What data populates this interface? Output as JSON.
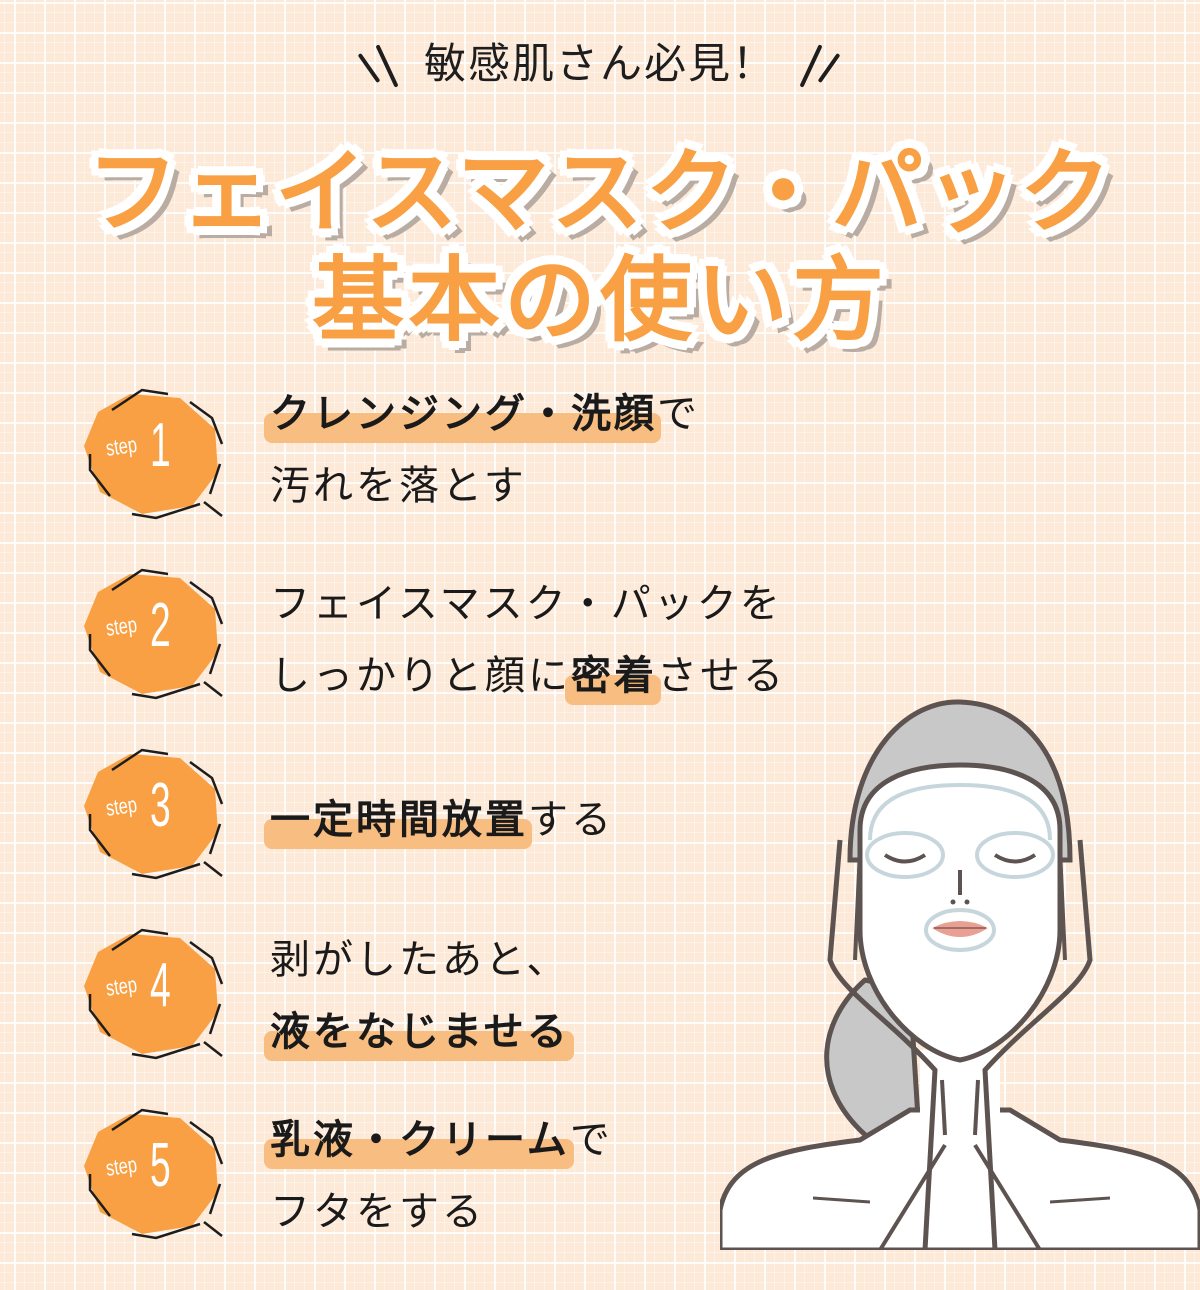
{
  "header": {
    "kicker": "敏感肌さん必見！",
    "title_line1": "フェイスマスク・パック",
    "title_line2": "基本の使い方"
  },
  "colors": {
    "background": "#fde9d8",
    "accent_orange": "#f8a043",
    "highlight": "#f8bd80",
    "text": "#1a1a1a",
    "title_shadow": "#b9aca2"
  },
  "steps": [
    {
      "label": "step",
      "number": "1",
      "highlight": "クレンジング・洗顔",
      "line1_rest": "で",
      "line2": "汚れを落とす"
    },
    {
      "label": "step",
      "number": "2",
      "line1": "フェイスマスク・パックを",
      "line2_pre": "しっかりと顔に",
      "highlight": "密着",
      "line2_rest": "させる"
    },
    {
      "label": "step",
      "number": "3",
      "highlight": "一定時間放置",
      "line1_rest": "する"
    },
    {
      "label": "step",
      "number": "4",
      "line1": "剥がしたあと、",
      "highlight": "液をなじませる"
    },
    {
      "label": "step",
      "number": "5",
      "highlight": "乳液・クリーム",
      "line1_rest": "で",
      "line2": "フタをする"
    }
  ],
  "illustration": {
    "subject": "woman-with-sheet-mask-illustration"
  }
}
